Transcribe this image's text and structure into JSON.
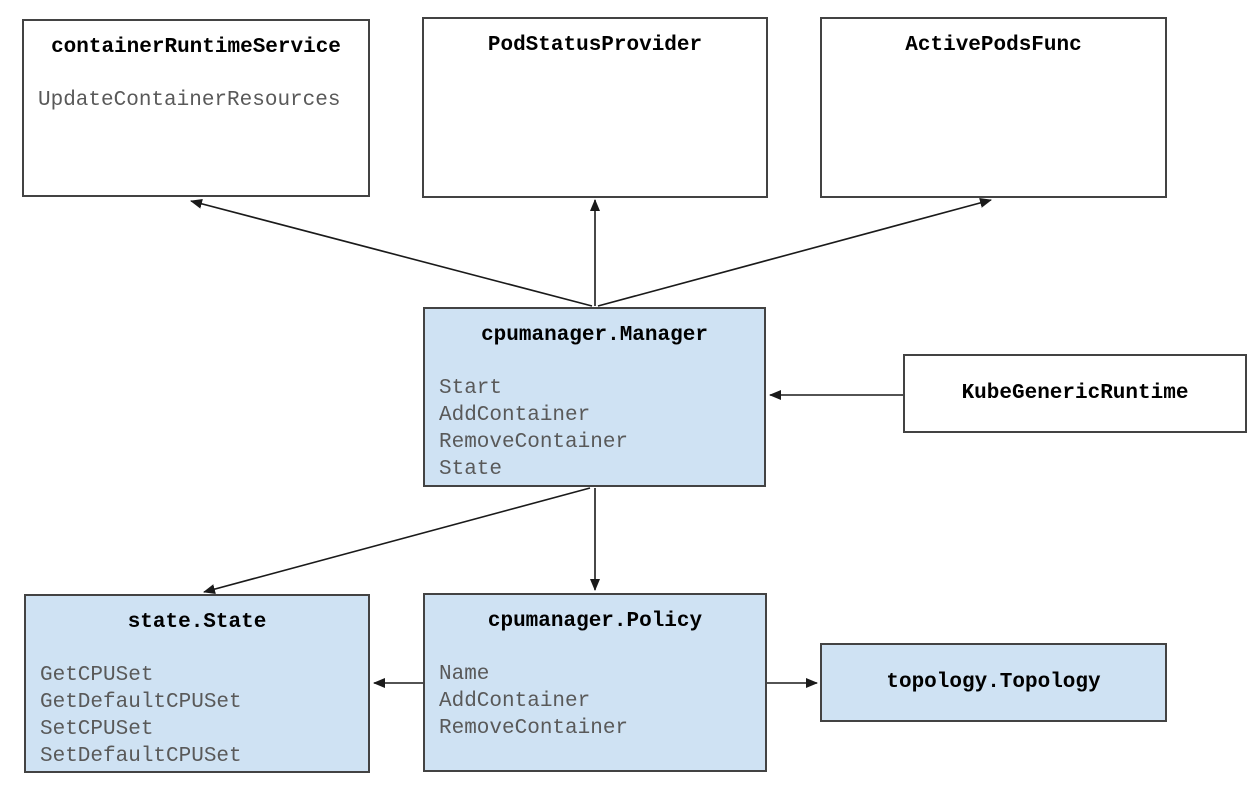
{
  "colors": {
    "background": "#ffffff",
    "plain_fill": "#ffffff",
    "highlight_fill": "#cfe2f3",
    "border": "#434343",
    "title_text": "#000000",
    "method_text": "#595959",
    "arrow": "#1a1a1a"
  },
  "boxes": [
    {
      "id": "containerRuntimeService",
      "title": "containerRuntimeService",
      "methods": [
        "UpdateContainerResources"
      ],
      "variant": "plain"
    },
    {
      "id": "PodStatusProvider",
      "title": "PodStatusProvider",
      "methods": [],
      "variant": "plain"
    },
    {
      "id": "ActivePodsFunc",
      "title": "ActivePodsFunc",
      "methods": [],
      "variant": "plain"
    },
    {
      "id": "cpumanager.Manager",
      "title": "cpumanager.Manager",
      "methods": [
        "Start",
        "AddContainer",
        "RemoveContainer",
        "State"
      ],
      "variant": "highlight"
    },
    {
      "id": "KubeGenericRuntime",
      "title": "KubeGenericRuntime",
      "methods": [],
      "variant": "plain"
    },
    {
      "id": "state.State",
      "title": "state.State",
      "methods": [
        "GetCPUSet",
        "GetDefaultCPUSet",
        "SetCPUSet",
        "SetDefaultCPUSet"
      ],
      "variant": "highlight"
    },
    {
      "id": "cpumanager.Policy",
      "title": "cpumanager.Policy",
      "methods": [
        "Name",
        "AddContainer",
        "RemoveContainer"
      ],
      "variant": "highlight"
    },
    {
      "id": "topology.Topology",
      "title": "topology.Topology",
      "methods": [],
      "variant": "highlight"
    }
  ],
  "edges": [
    {
      "from": "cpumanager.Manager",
      "to": "containerRuntimeService"
    },
    {
      "from": "cpumanager.Manager",
      "to": "PodStatusProvider"
    },
    {
      "from": "cpumanager.Manager",
      "to": "ActivePodsFunc"
    },
    {
      "from": "KubeGenericRuntime",
      "to": "cpumanager.Manager"
    },
    {
      "from": "cpumanager.Manager",
      "to": "state.State"
    },
    {
      "from": "cpumanager.Manager",
      "to": "cpumanager.Policy"
    },
    {
      "from": "cpumanager.Policy",
      "to": "state.State"
    },
    {
      "from": "cpumanager.Policy",
      "to": "topology.Topology"
    }
  ]
}
